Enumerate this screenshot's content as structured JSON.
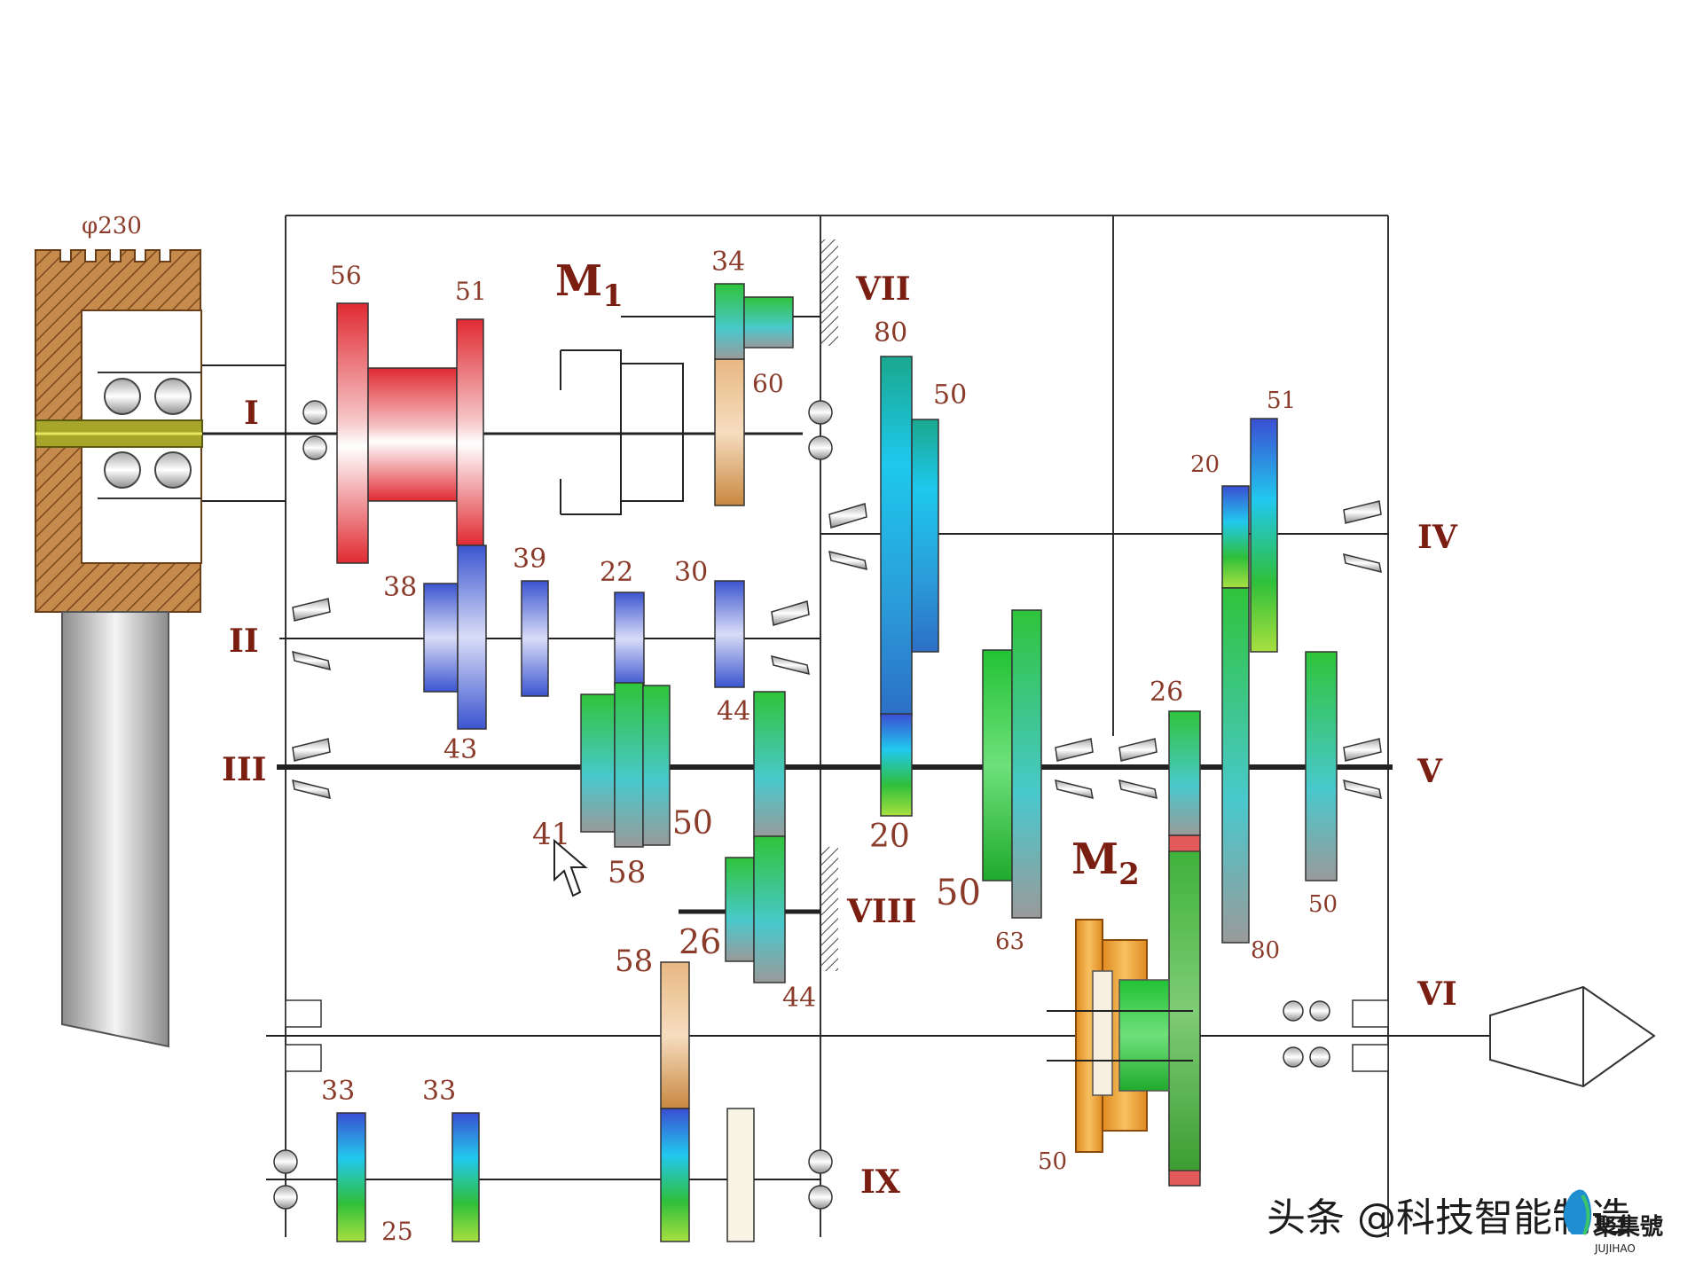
{
  "diagram": {
    "pulley_label": "φ230",
    "shafts": {
      "I": "I",
      "II": "II",
      "III": "III",
      "IV": "IV",
      "V": "V",
      "VI": "VI",
      "VII": "VII",
      "VIII": "VIII",
      "IX": "IX"
    },
    "clutches": {
      "m1_main": "M",
      "m1_sub": "1",
      "m2_main": "M",
      "m2_sub": "2"
    },
    "gears": {
      "g56": "56",
      "g51a": "51",
      "g34": "34",
      "g60": "60",
      "g80a": "80",
      "g50a": "50",
      "g51b": "51",
      "g20a": "20",
      "g38": "38",
      "g39": "39",
      "g22": "22",
      "g30": "30",
      "g43": "43",
      "g44a": "44",
      "g41": "41",
      "g58a": "58",
      "g50b": "50",
      "g20b": "20",
      "g50c": "50",
      "g63": "63",
      "g26a": "26",
      "g80b": "80",
      "g50d": "50",
      "g26b": "26",
      "g44b": "44",
      "g58b": "58",
      "g33a": "33",
      "g33b": "33",
      "g25": "25",
      "g50e": "50"
    },
    "colors": {
      "red": "#e8323c",
      "blue": "#3f5fd6",
      "cyan": "#22c8e6",
      "green": "#2fbf3a",
      "tan": "#d49a5c",
      "pulley": "#b97a40"
    }
  },
  "watermark": {
    "text": "头条 @科技智能制造",
    "logo_cn": "聚集號",
    "logo_en": "JUJIHAO"
  }
}
